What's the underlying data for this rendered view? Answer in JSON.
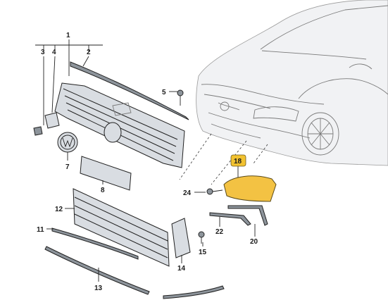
{
  "labels": {
    "p1": "1",
    "p2": "2",
    "p3": "3",
    "p4": "4",
    "p5": "5",
    "p7": "7",
    "p8": "8",
    "p11": "11",
    "p12": "12",
    "p13": "13",
    "p14": "14",
    "p15": "15",
    "p18": "18",
    "p20": "20",
    "p22": "22",
    "p24": "24"
  },
  "colors": {
    "highlight_part": "#f3c243",
    "highlight_badge": "#f2c230",
    "part_fill": "#d9dde2",
    "line": "#222222"
  }
}
